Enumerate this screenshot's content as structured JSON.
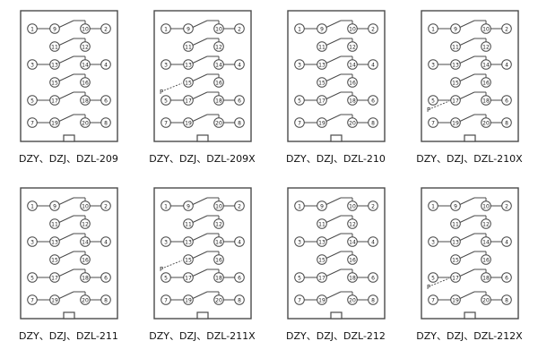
{
  "style": {
    "line_color": "#4a4a4a",
    "label_color": "#1a1a1a",
    "background": "#ffffff"
  },
  "panel_template": {
    "rows": [
      {
        "cells": [
          "1",
          "9",
          "10",
          "2"
        ]
      },
      {
        "cells": [
          null,
          "11",
          "12",
          null
        ]
      },
      {
        "cells": [
          "3",
          "13",
          "14",
          "4"
        ]
      },
      {
        "cells": [
          null,
          "15",
          "16",
          null
        ]
      },
      {
        "cells": [
          "5",
          "17",
          "18",
          "6"
        ]
      },
      {
        "cells": [
          "7",
          "19",
          "20",
          "8"
        ]
      }
    ]
  },
  "panels": [
    {
      "label": "DZY、DZJ、DZL-209",
      "variant": "standard"
    },
    {
      "label": "DZY、DZJ、DZL-209X",
      "variant": "x",
      "p_label": "P",
      "p_row": 3
    },
    {
      "label": "DZY、DZJ、DZL-210",
      "variant": "standard"
    },
    {
      "label": "DZY、DZJ、DZL-210X",
      "variant": "x",
      "p_label": "P",
      "p_row": 4
    },
    {
      "label": "DZY、DZJ、DZL-211",
      "variant": "standard"
    },
    {
      "label": "DZY、DZJ、DZL-211X",
      "variant": "x",
      "p_label": "P",
      "p_row": 3
    },
    {
      "label": "DZY、DZJ、DZL-212",
      "variant": "standard"
    },
    {
      "label": "DZY、DZJ、DZL-212X",
      "variant": "x",
      "p_label": "P",
      "p_row": 4
    }
  ]
}
